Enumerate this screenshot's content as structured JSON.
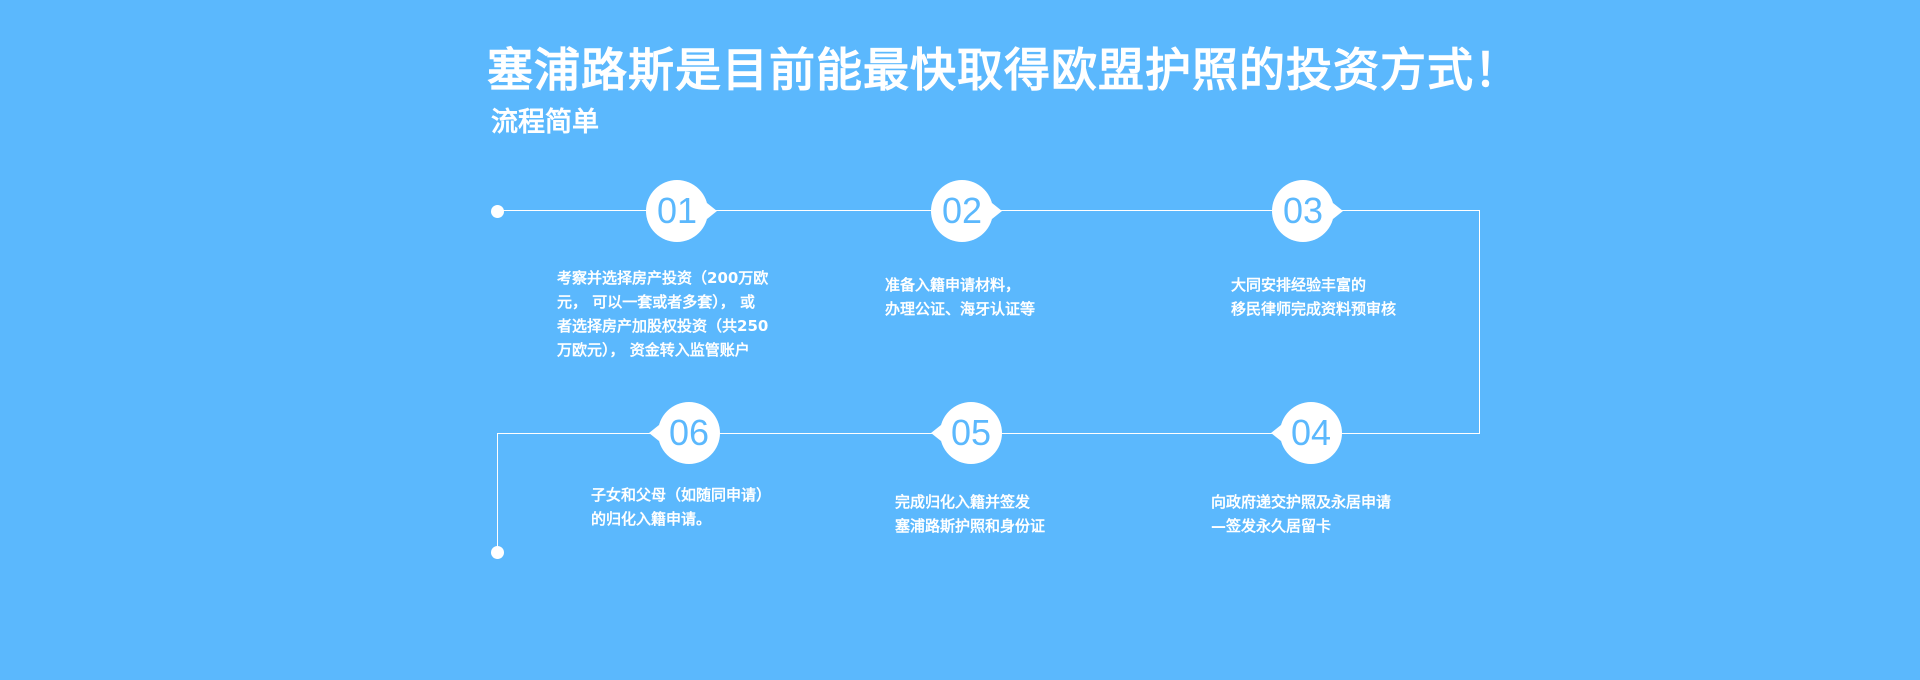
{
  "title": "塞浦路斯是目前能最快取得欧盟护照的投资方式！",
  "subtitle": "流程简单",
  "colors": {
    "background": "#5bb8fd",
    "foreground": "#ffffff"
  },
  "steps": [
    {
      "number": "01",
      "lines": [
        "考察并选择房产投资（200万欧",
        "元， 可以一套或者多套）， 或",
        "者选择房产加股权投资（共250",
        "万欧元）， 资金转入监管账户"
      ]
    },
    {
      "number": "02",
      "lines": [
        "准备入籍申请材料，",
        "办理公证、海牙认证等"
      ]
    },
    {
      "number": "03",
      "lines": [
        "大同安排经验丰富的",
        "移民律师完成资料预审核"
      ]
    },
    {
      "number": "04",
      "lines": [
        "向政府递交护照及永居申请",
        "—签发永久居留卡"
      ]
    },
    {
      "number": "05",
      "lines": [
        "完成归化入籍并签发",
        "塞浦路斯护照和身份证"
      ]
    },
    {
      "number": "06",
      "lines": [
        "子女和父母（如随同申请）",
        "的归化入籍申请。"
      ]
    }
  ]
}
